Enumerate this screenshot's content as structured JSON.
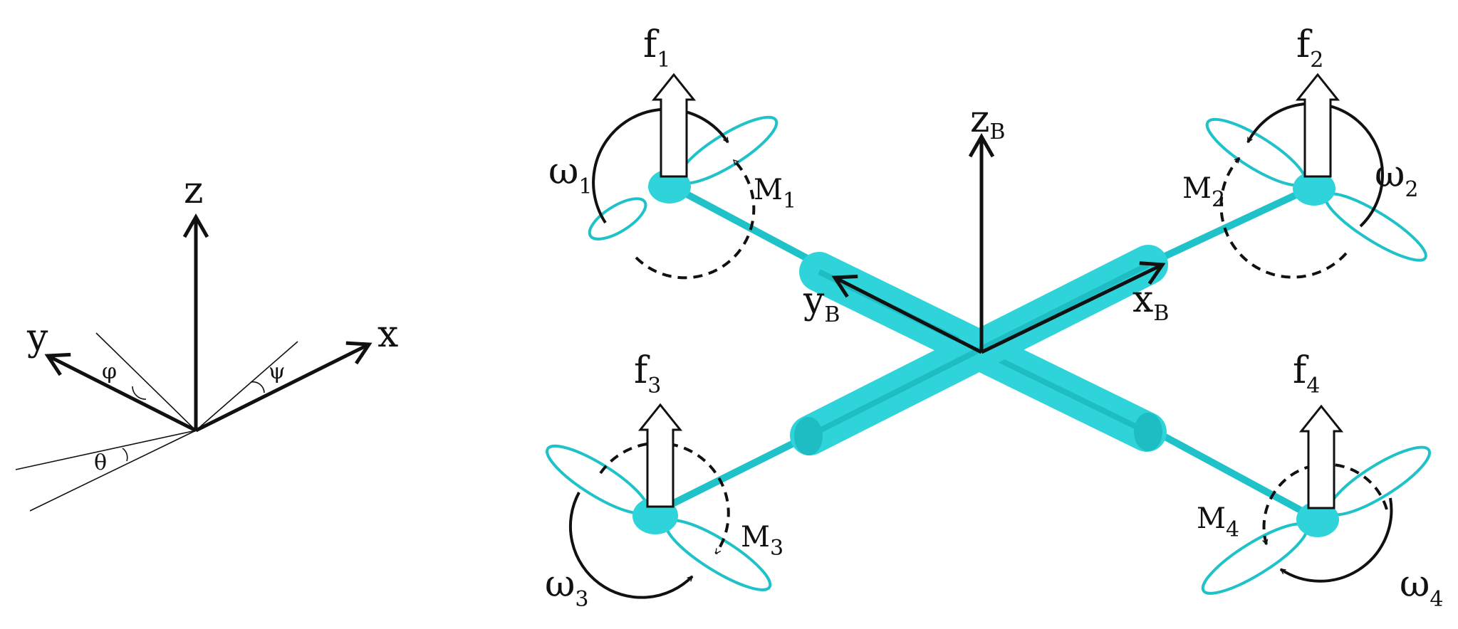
{
  "colors": {
    "frame": "#2fd3da",
    "frame_dark": "#1ebcc3",
    "ink": "#111111"
  },
  "world_frame": {
    "axes": {
      "x": "x",
      "y": "y",
      "z": "z"
    },
    "angles": {
      "roll": "φ",
      "pitch": "θ",
      "yaw": "ψ"
    }
  },
  "body_frame": {
    "axes": {
      "x": {
        "main": "x",
        "sub": "B"
      },
      "y": {
        "main": "y",
        "sub": "B"
      },
      "z": {
        "main": "z",
        "sub": "B"
      }
    }
  },
  "rotors": [
    {
      "force": "f",
      "force_sub": "1",
      "omega": "ω",
      "omega_sub": "1",
      "moment": "M",
      "moment_sub": "1"
    },
    {
      "force": "f",
      "force_sub": "2",
      "omega": "ω",
      "omega_sub": "2",
      "moment": "M",
      "moment_sub": "2"
    },
    {
      "force": "f",
      "force_sub": "3",
      "omega": "ω",
      "omega_sub": "3",
      "moment": "M",
      "moment_sub": "3"
    },
    {
      "force": "f",
      "force_sub": "4",
      "omega": "ω",
      "omega_sub": "4",
      "moment": "M",
      "moment_sub": "4"
    }
  ]
}
